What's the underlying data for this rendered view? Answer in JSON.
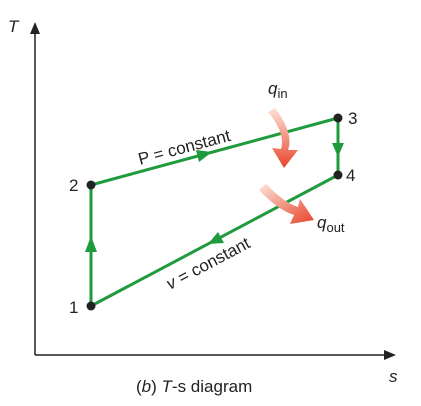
{
  "axes": {
    "y_label": "T",
    "x_label": "s"
  },
  "points": {
    "p1": "1",
    "p2": "2",
    "p3": "3",
    "p4": "4"
  },
  "processes": {
    "top": "P = constant",
    "bottom_v": "v",
    "bottom_rest": " = constant"
  },
  "heat": {
    "in_symbol": "q",
    "in_sub": "in",
    "out_symbol": "q",
    "out_sub": "out"
  },
  "caption": {
    "b": "b",
    "rest": " T-s diagram"
  },
  "colors": {
    "process_line": "#1f9a3c",
    "heat_arrow_dark": "#e8432a",
    "heat_arrow_light": "#fbd7cc",
    "axis": "#222222"
  }
}
